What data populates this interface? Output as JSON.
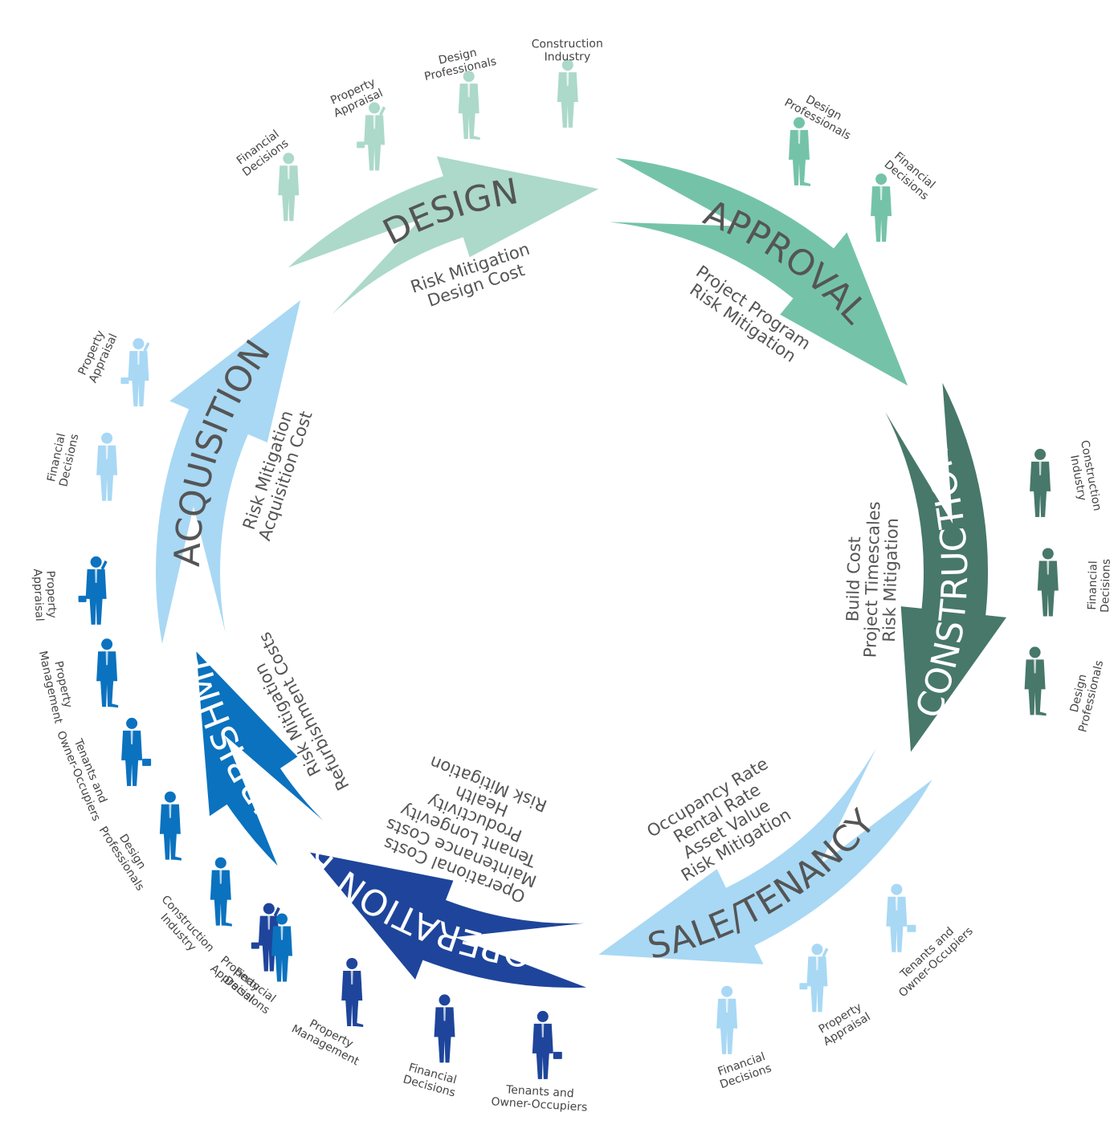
{
  "stages": [
    {
      "id": "acquisition",
      "name": "ACQUISITION",
      "color": "#a8d8f4",
      "text_color": "#555555",
      "factors": [
        "Risk Mitigation",
        "Acquisition Cost"
      ],
      "actors": [
        {
          "icon": "businessman-icon",
          "label": [
            "Financial",
            "Decisions"
          ]
        },
        {
          "icon": "businessman-phone-icon",
          "label": [
            "Property",
            "Appraisal"
          ]
        }
      ]
    },
    {
      "id": "design",
      "name": "DESIGN",
      "color": "#acd9c9",
      "text_color": "#555555",
      "factors": [
        "Risk Mitigation",
        "Design Cost"
      ],
      "actors": [
        {
          "icon": "businessman-icon",
          "label": [
            "Financial",
            "Decisions"
          ]
        },
        {
          "icon": "businessman-phone-icon",
          "label": [
            "Property",
            "Appraisal"
          ]
        },
        {
          "icon": "businessman-walking-icon",
          "label": [
            "Design",
            "Professionals"
          ]
        },
        {
          "icon": "businessman-icon",
          "label": [
            "Construction",
            "Industry"
          ]
        }
      ]
    },
    {
      "id": "approval",
      "name": "APPROVAL",
      "color": "#74c3a8",
      "text_color": "#555555",
      "factors": [
        "Project Program",
        "Risk Mitigation"
      ],
      "actors": [
        {
          "icon": "businessman-walking-icon",
          "label": [
            "Design",
            "Professionals"
          ]
        },
        {
          "icon": "businessman-icon",
          "label": [
            "Financial",
            "Decisions"
          ]
        }
      ]
    },
    {
      "id": "construction",
      "name": "CONSTRUCTION",
      "color": "#47786a",
      "text_color": "#ffffff",
      "factors": [
        "Build Cost",
        "Project Timescales",
        "Risk Mitigation"
      ],
      "actors": [
        {
          "icon": "businessman-icon",
          "label": [
            "Construction",
            "Industry"
          ]
        },
        {
          "icon": "businessman-icon",
          "label": [
            "Financial",
            "Decisions"
          ]
        },
        {
          "icon": "businessman-walking-icon",
          "label": [
            "Design",
            "Professionals"
          ]
        }
      ]
    },
    {
      "id": "sale-tenancy",
      "name": "SALE/TENANCY",
      "color": "#a8d8f4",
      "text_color": "#555555",
      "factors": [
        "Occupancy Rate",
        "Rental Rate",
        "Asset Value",
        "Risk Mitigation"
      ],
      "actors": [
        {
          "icon": "businessman-briefcase-icon",
          "label": [
            "Tenants and",
            "Owner-Occupiers"
          ]
        },
        {
          "icon": "businessman-phone-icon",
          "label": [
            "Property",
            "Appraisal"
          ]
        },
        {
          "icon": "businessman-icon",
          "label": [
            "Financial",
            "Decisions"
          ]
        }
      ]
    },
    {
      "id": "operation",
      "name": "OPERATION",
      "color": "#1e459b",
      "text_color": "#ffffff",
      "factors": [
        "Operational Costs",
        "Maintenance Costs",
        "Tenant Longevity",
        "Productivity",
        "Health",
        "Risk Mitigation"
      ],
      "actors": [
        {
          "icon": "businessman-briefcase-icon",
          "label": [
            "Tenants and",
            "Owner-Occupiers"
          ]
        },
        {
          "icon": "businessman-icon",
          "label": [
            "Financial",
            "Decisions"
          ]
        },
        {
          "icon": "businessman-walking-icon",
          "label": [
            "Property",
            "Management"
          ]
        },
        {
          "icon": "businessman-phone-icon",
          "label": [
            "Property",
            "Appraisal"
          ]
        }
      ]
    },
    {
      "id": "refurbishment",
      "name": "REFURBISHMENT",
      "color": "#0b72bf",
      "text_color": "#ffffff",
      "factors": [
        "Risk Mitigation",
        "Refurbishment Costs"
      ],
      "actors": [
        {
          "icon": "businessman-icon",
          "label": [
            "Financial",
            "Decisions"
          ]
        },
        {
          "icon": "businessman-walking-icon",
          "label": [
            "Construction",
            "Industry"
          ]
        },
        {
          "icon": "businessman-walking-icon",
          "label": [
            "Design",
            "Professionals"
          ]
        },
        {
          "icon": "businessman-briefcase-icon",
          "label": [
            "Tenants and",
            "Owner-Occupiers"
          ]
        },
        {
          "icon": "businessman-walking-icon",
          "label": [
            "Property",
            "Management"
          ]
        },
        {
          "icon": "businessman-phone-icon",
          "label": [
            "Property",
            "Appraisal"
          ]
        }
      ]
    }
  ]
}
